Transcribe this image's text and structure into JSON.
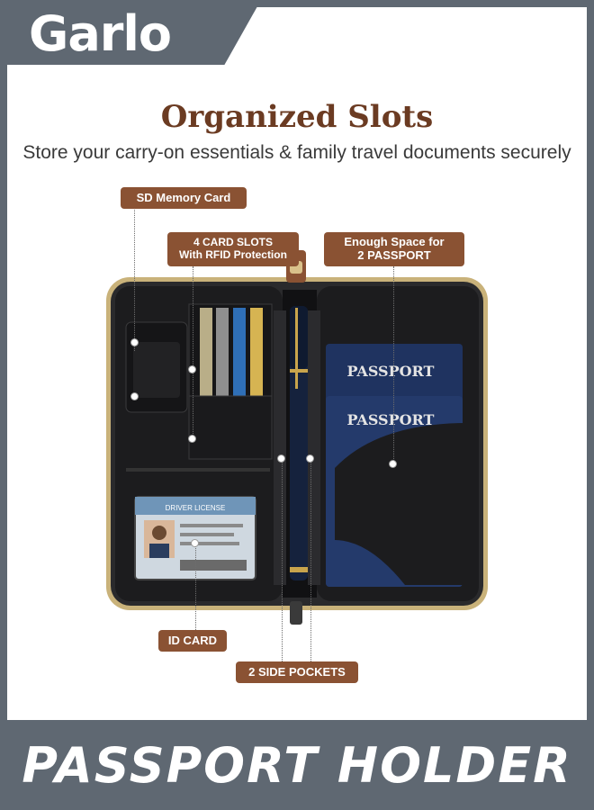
{
  "brand": {
    "name": "Garlo"
  },
  "headline": "Organized Slots",
  "subheadline": "Store your carry-on essentials & family travel documents securely",
  "callouts": {
    "sd_card": "SD Memory Card",
    "card_slots_line1": "4 CARD SLOTS",
    "card_slots_line2": "With RFID Protection",
    "passport_space_line1": "Enough Space for",
    "passport_space_line2": "2 PASSPORT",
    "id_card": "ID CARD",
    "side_pockets": "2 SIDE POCKETS"
  },
  "product": {
    "passport_label_1": "PASSPORT",
    "passport_label_2": "PASSPORT",
    "license_label": "DRIVER LICENSE"
  },
  "footer": {
    "title": "PASSPORT HOLDER"
  },
  "colors": {
    "accent_brown": "#8a5233",
    "headline_brown": "#6b3b22",
    "frame_gray": "#5f6872",
    "passport_navy": "#1f3360",
    "leather_black": "#1c1c1e",
    "zipper_gold": "#b9a06a"
  }
}
